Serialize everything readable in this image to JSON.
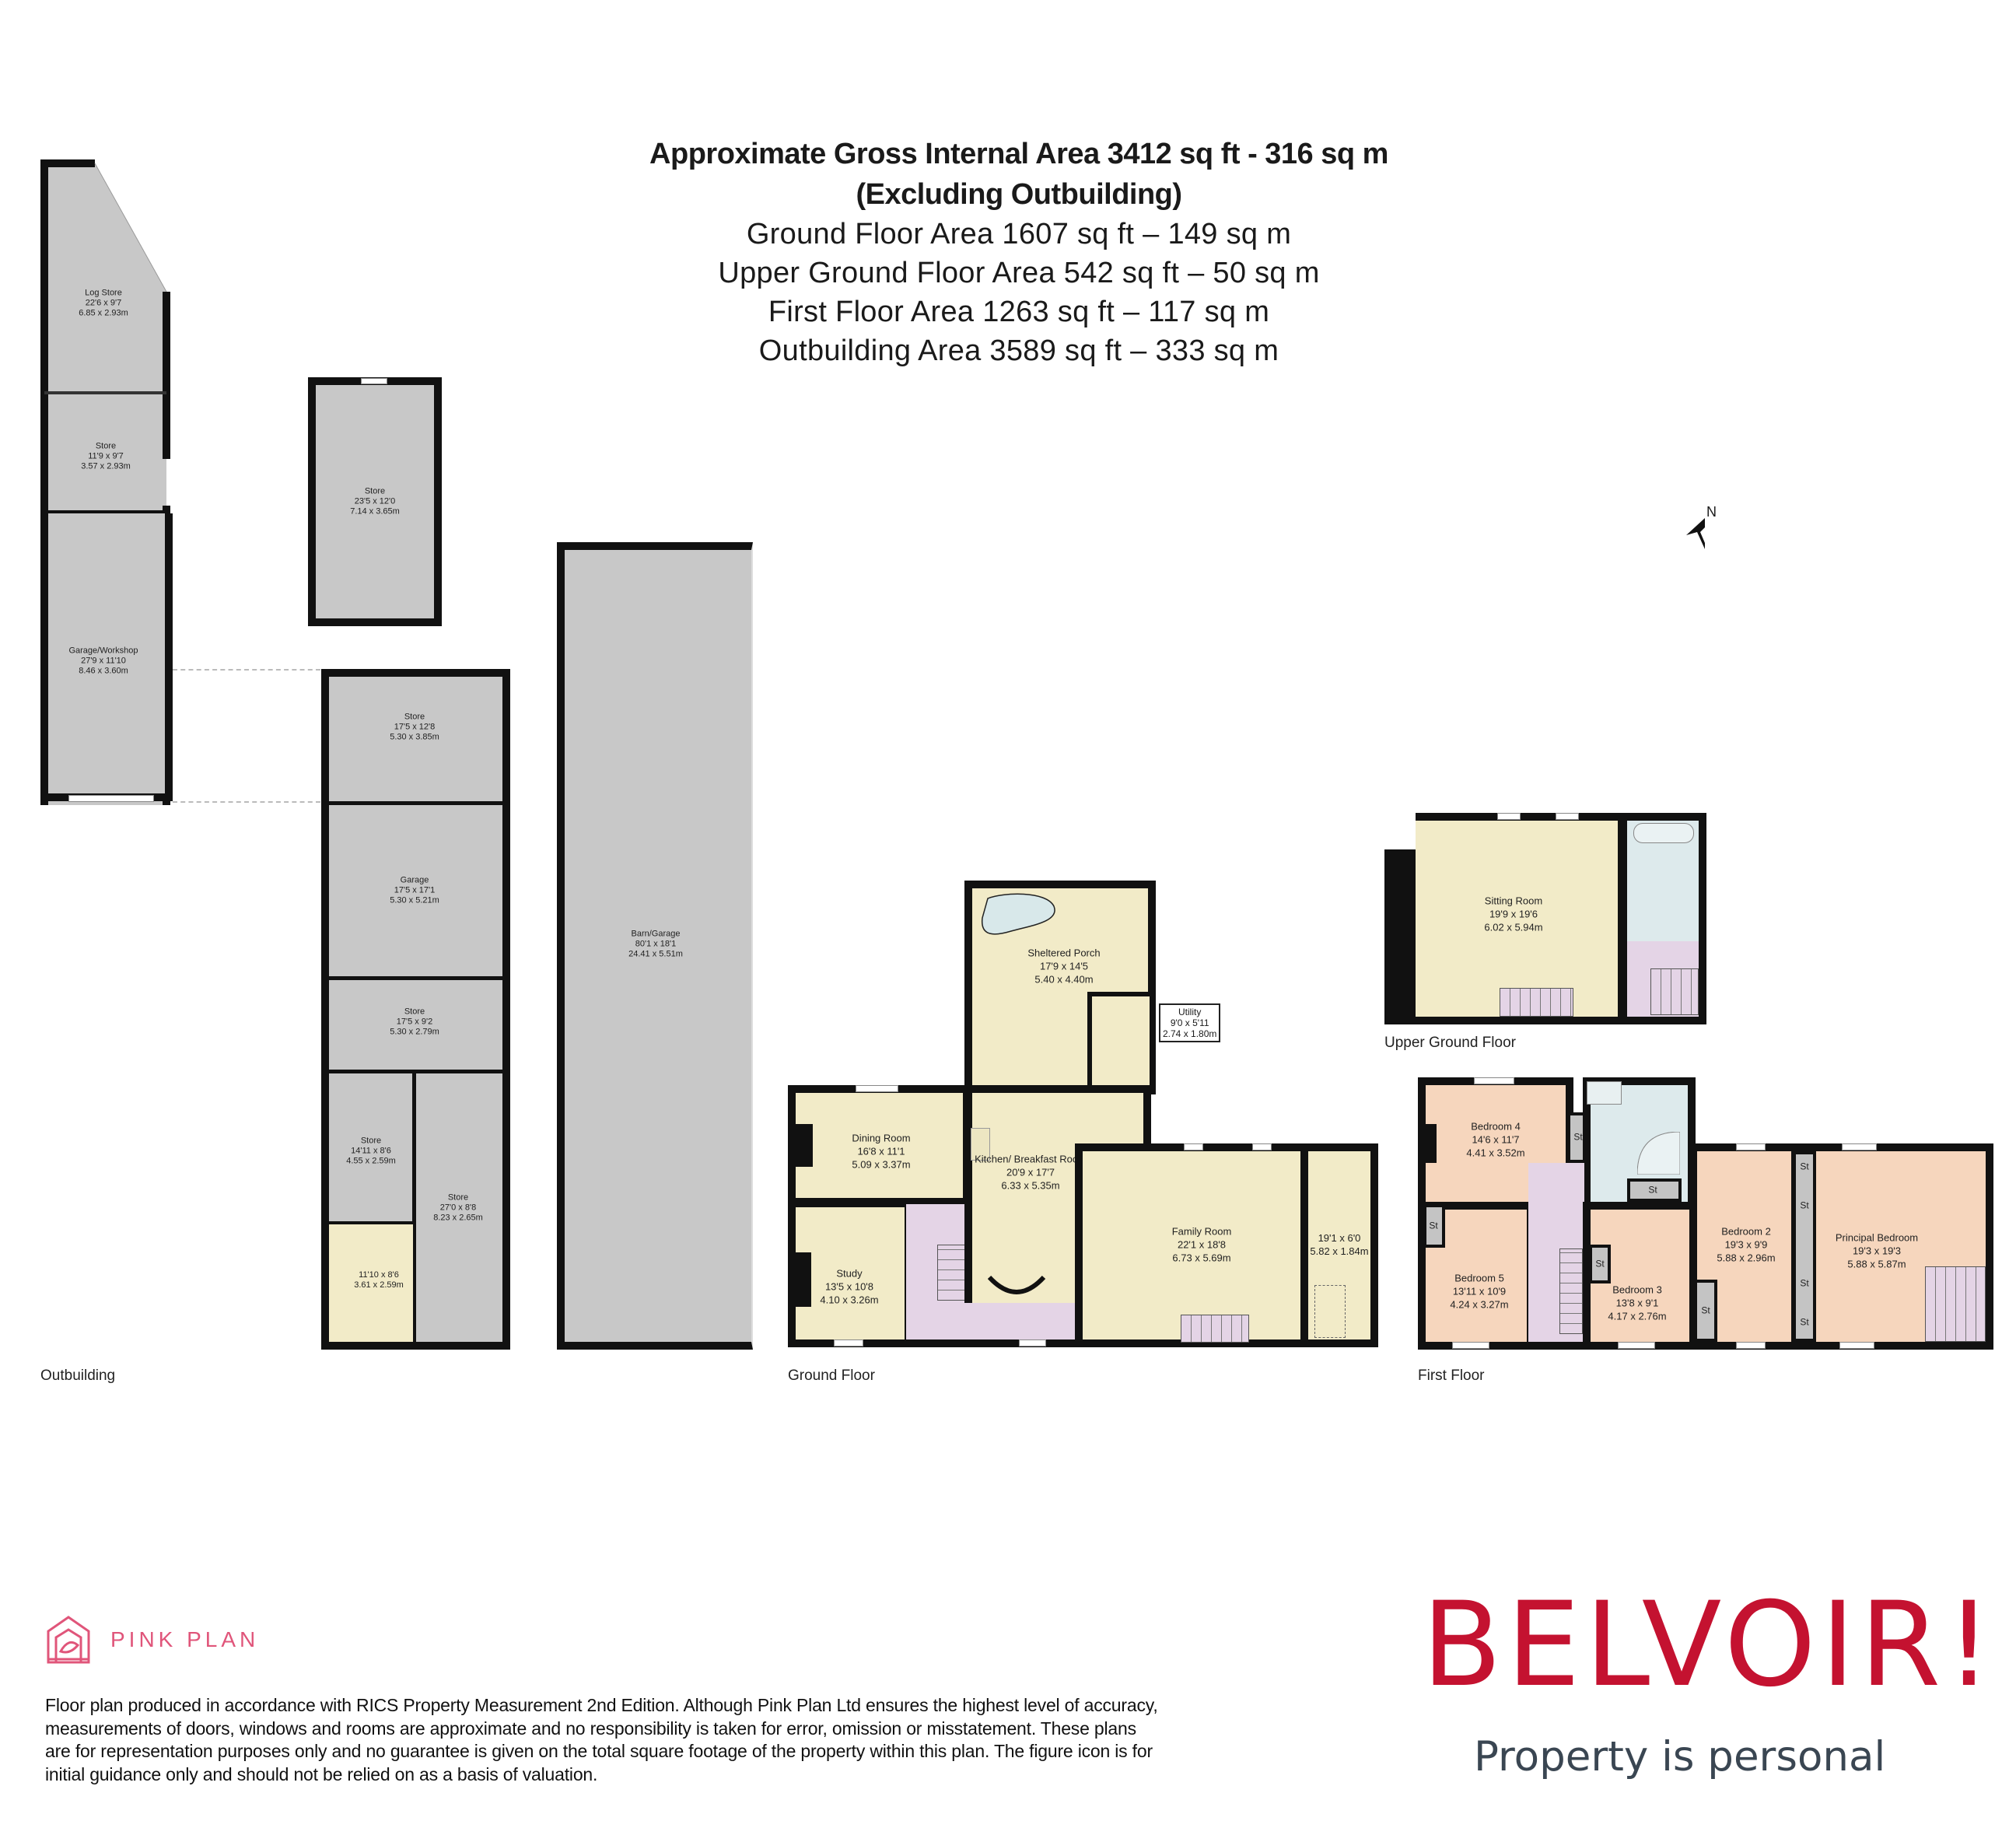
{
  "header": {
    "title_line1": "Approximate Gross Internal Area 3412 sq ft - 316 sq m",
    "title_line2": "(Excluding Outbuilding)",
    "areas": [
      "Ground Floor Area 1607 sq ft – 149 sq m",
      "Upper Ground Floor Area 542 sq ft – 50 sq m",
      "First Floor Area 1263 sq ft – 117 sq m",
      "Outbuilding Area 3589 sq ft – 333 sq m"
    ]
  },
  "compass": {
    "label": "N"
  },
  "floors": {
    "outbuilding": {
      "label": "Outbuilding",
      "rooms": [
        {
          "name": "Log Store",
          "imperial": "22'6 x 9'7",
          "metric": "6.85 x 2.93m"
        },
        {
          "name": "Store",
          "imperial": "11'9 x 9'7",
          "metric": "3.57 x 2.93m"
        },
        {
          "name": "Garage/Workshop",
          "imperial": "27'9 x 11'10",
          "metric": "8.46 x 3.60m"
        },
        {
          "name": "Store",
          "imperial": "23'5 x 12'0",
          "metric": "7.14 x 3.65m"
        },
        {
          "name": "Store",
          "imperial": "17'5 x 12'8",
          "metric": "5.30 x 3.85m"
        },
        {
          "name": "Garage",
          "imperial": "17'5 x 17'1",
          "metric": "5.30 x 5.21m"
        },
        {
          "name": "Store",
          "imperial": "17'5 x 9'2",
          "metric": "5.30 x 2.79m"
        },
        {
          "name": "Store",
          "imperial": "14'11 x 8'6",
          "metric": "4.55 x 2.59m"
        },
        {
          "name": "Store",
          "imperial": "27'0 x 8'8",
          "metric": "8.23 x 2.65m"
        },
        {
          "name": "",
          "imperial": "11'10 x 8'6",
          "metric": "3.61 x 2.59m"
        },
        {
          "name": "Barn/Garage",
          "imperial": "80'1 x 18'1",
          "metric": "24.41 x 5.51m"
        }
      ]
    },
    "ground": {
      "label": "Ground Floor",
      "rooms": [
        {
          "name": "Sheltered Porch",
          "imperial": "17'9 x 14'5",
          "metric": "5.40 x 4.40m"
        },
        {
          "name": "Utility",
          "imperial": "9'0 x 5'11",
          "metric": "2.74 x 1.80m"
        },
        {
          "name": "Dining Room",
          "imperial": "16'8 x 11'1",
          "metric": "5.09 x 3.37m"
        },
        {
          "name": "Kitchen/ Breakfast Room",
          "imperial": "20'9 x 17'7",
          "metric": "6.33 x 5.35m"
        },
        {
          "name": "Study",
          "imperial": "13'5 x 10'8",
          "metric": "4.10 x 3.26m"
        },
        {
          "name": "Family Room",
          "imperial": "22'1 x 18'8",
          "metric": "6.73 x 5.69m"
        },
        {
          "name": "",
          "imperial": "19'1 x 6'0",
          "metric": "5.82 x 1.84m"
        }
      ]
    },
    "upper_ground": {
      "label": "Upper Ground Floor",
      "rooms": [
        {
          "name": "Sitting Room",
          "imperial": "19'9 x 19'6",
          "metric": "6.02 x 5.94m"
        }
      ]
    },
    "first": {
      "label": "First Floor",
      "rooms": [
        {
          "name": "Bedroom 4",
          "imperial": "14'6 x 11'7",
          "metric": "4.41 x 3.52m"
        },
        {
          "name": "Bedroom 5",
          "imperial": "13'11 x 10'9",
          "metric": "4.24 x 3.27m"
        },
        {
          "name": "Bedroom 3",
          "imperial": "13'8 x 9'1",
          "metric": "4.17 x 2.76m"
        },
        {
          "name": "Bedroom 2",
          "imperial": "19'3 x 9'9",
          "metric": "5.88 x 2.96m"
        },
        {
          "name": "Principal Bedroom",
          "imperial": "19'3 x 19'3",
          "metric": "5.88 x 5.87m"
        }
      ],
      "storage_label": "St"
    }
  },
  "branding": {
    "pink_plan": "PINK PLAN",
    "belvoir": "BELVOIR!",
    "tagline": "Property is personal",
    "pink_color": "#e0557a",
    "belvoir_color": "#c41230"
  },
  "disclaimer": "Floor plan produced in accordance with RICS Property Measurement 2nd Edition. Although Pink Plan Ltd ensures the highest level of accuracy, measurements of doors, windows and rooms are approximate and no responsibility is taken for error, omission or misstatement. These plans are for representation purposes only and no guarantee is given on the total square footage of the property within this plan. The figure icon is for initial guidance only and should not be relied on as a basis of valuation."
}
